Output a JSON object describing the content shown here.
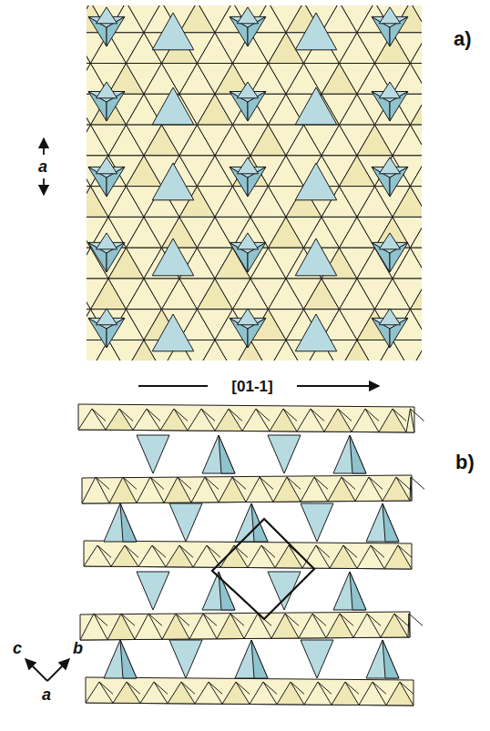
{
  "diagram": {
    "labels": [
      "a)",
      "a",
      "[01-1]",
      "b)",
      "c",
      "b",
      "a"
    ]
  }
}
